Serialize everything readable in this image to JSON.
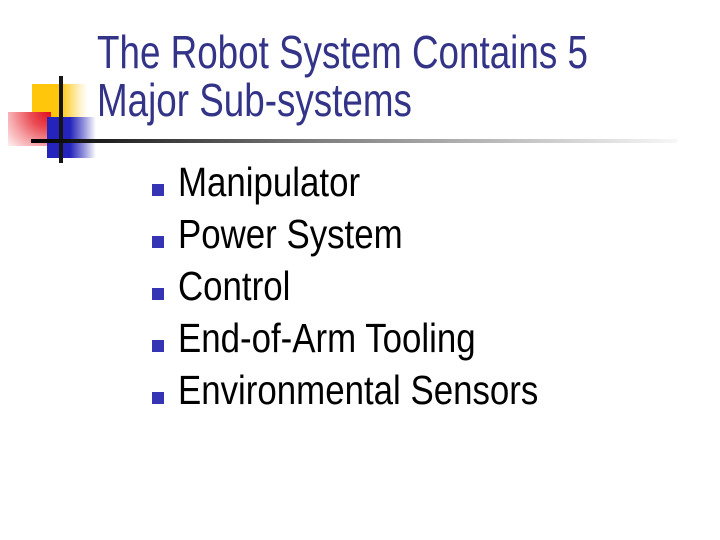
{
  "slide": {
    "title": {
      "line1": "The Robot System Contains 5",
      "line2": "Major Sub-systems"
    },
    "bullets": [
      "Manipulator",
      "Power System",
      "Control",
      "End-of-Arm Tooling",
      "Environmental Sensors"
    ],
    "colors": {
      "title_text": "#333388",
      "body_text": "#000000",
      "bullet_marker": "#3434b4",
      "accent_yellow": "#ffc60b",
      "accent_red": "#e2101e",
      "accent_blue": "#2424bc",
      "cross_lines": "#151515",
      "rule_gradient_start": "#000000",
      "rule_gradient_end": "#f7f7f7",
      "background": "#ffffff"
    }
  }
}
